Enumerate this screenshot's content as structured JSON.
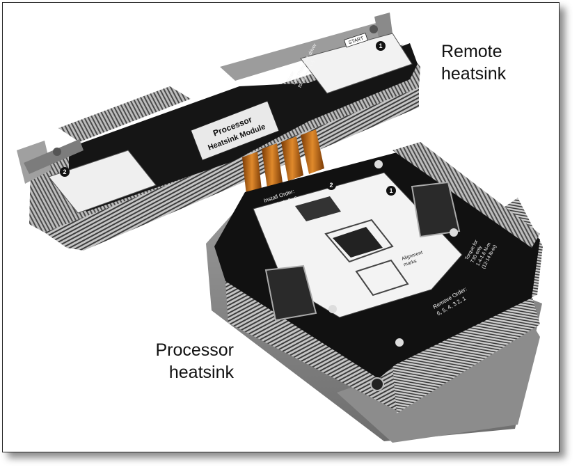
{
  "labels": {
    "remote_line1": "Remote",
    "remote_line2": "heatsink",
    "processor_line1": "Processor",
    "processor_line2": "heatsink"
  },
  "module_label": {
    "line1": "Processor",
    "line2": "Heatsink Module"
  },
  "remote_sticker": {
    "note_title": "Note:",
    "note_line1": "Use Phillips #1 driver",
    "note_line2": "for screws 1 & 2.",
    "start": "START",
    "step1": "1",
    "step2": "2"
  },
  "processor_sticker": {
    "install_order_title": "Install Order:",
    "install_order": "1, 2  3, 4, 5, 6",
    "alignment_line1": "Alignment",
    "alignment_line2": "marks",
    "torque_line1": "Torque for",
    "torque_line2": "T30 only",
    "torque_line3": "1.4-1.6 N-m",
    "torque_line4": "(12-14 lb-in)",
    "remove_order_title": "Remove Order:",
    "remove_order": "6, 5, 4, 3  2, 1",
    "step1": "1",
    "step2": "2"
  },
  "colors": {
    "fin_light": "#d8d8d8",
    "fin_dark": "#3a3a3a",
    "cover_black": "#111111",
    "heatpipe": "#c96a14"
  }
}
